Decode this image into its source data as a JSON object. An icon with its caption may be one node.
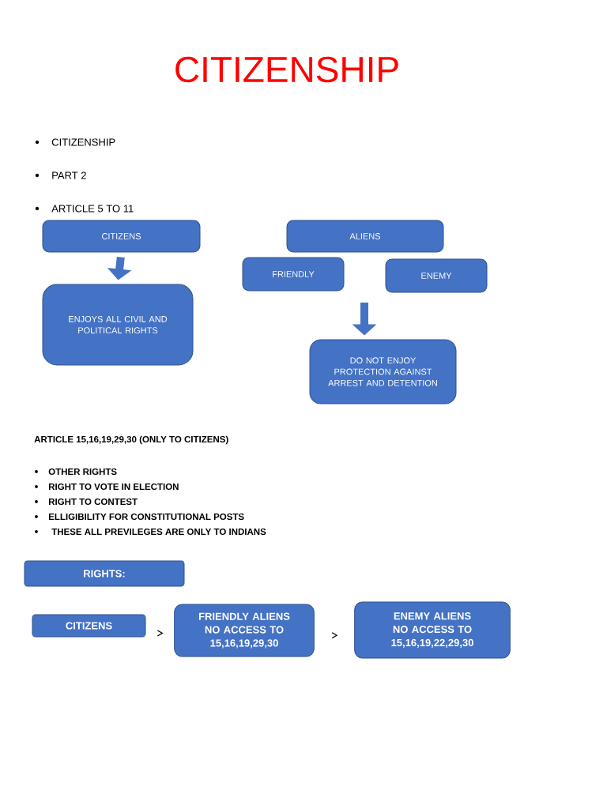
{
  "diagram": {
    "title": "CITIZENSHIP",
    "nodes": [
      {
        "text": [
          "CITIZENS"
        ]
      },
      {
        "text": [
          "ENJOYS ALL CIVIL AND POLITICAL RIGHTS"
        ]
      },
      {
        "text": [
          "ALIENS"
        ]
      },
      {
        "text": [
          "FRIENDLY"
        ]
      },
      {
        "text": [
          "ENEMY"
        ]
      },
      {
        "text": [
          "DO NOT ENJOY PROTECTION AGAINST ARREST AND DETENTION"
        ]
      },
      {
        "text": [
          "RIGHTS:"
        ]
      },
      {
        "text": [
          "CITIZENS"
        ]
      },
      {
        "text": [
          "FRIENDLY ALIENS",
          "NO ACCESS TO 15,16,19,29,30"
        ]
      },
      {
        "text": [
          "ENEMY ALIENS",
          "NO ACCESS TO 15,16,19,22,29,30"
        ]
      }
    ],
    "edges": [
      {
        "from": 0,
        "to": 1,
        "arrow": "to",
        "style": "thick"
      },
      {
        "from": null,
        "to": 5,
        "arrow": "to",
        "style": "thick"
      },
      {
        "from": 7,
        "to": 8,
        "arrow": "to",
        "color": "#000000"
      },
      {
        "from": 8,
        "to": 9,
        "arrow": "to",
        "color": "#000000"
      }
    ],
    "labels": [
      "CITIZENSHIP",
      "PART 2",
      "ARTICLE 5 TO 11",
      "ARTICLE 15,16,19,29,30 (ONLY TO CITIZENS)",
      "OTHER RIGHTS",
      "RIGHT TO VOTE IN ELECTION",
      "RIGHT TO CONTEST",
      "ELLIGIBILITY FOR CONSTITUTIONAL POSTS",
      "THESE ALL PREVILEGES ARE ONLY TO INDIANS"
    ]
  }
}
